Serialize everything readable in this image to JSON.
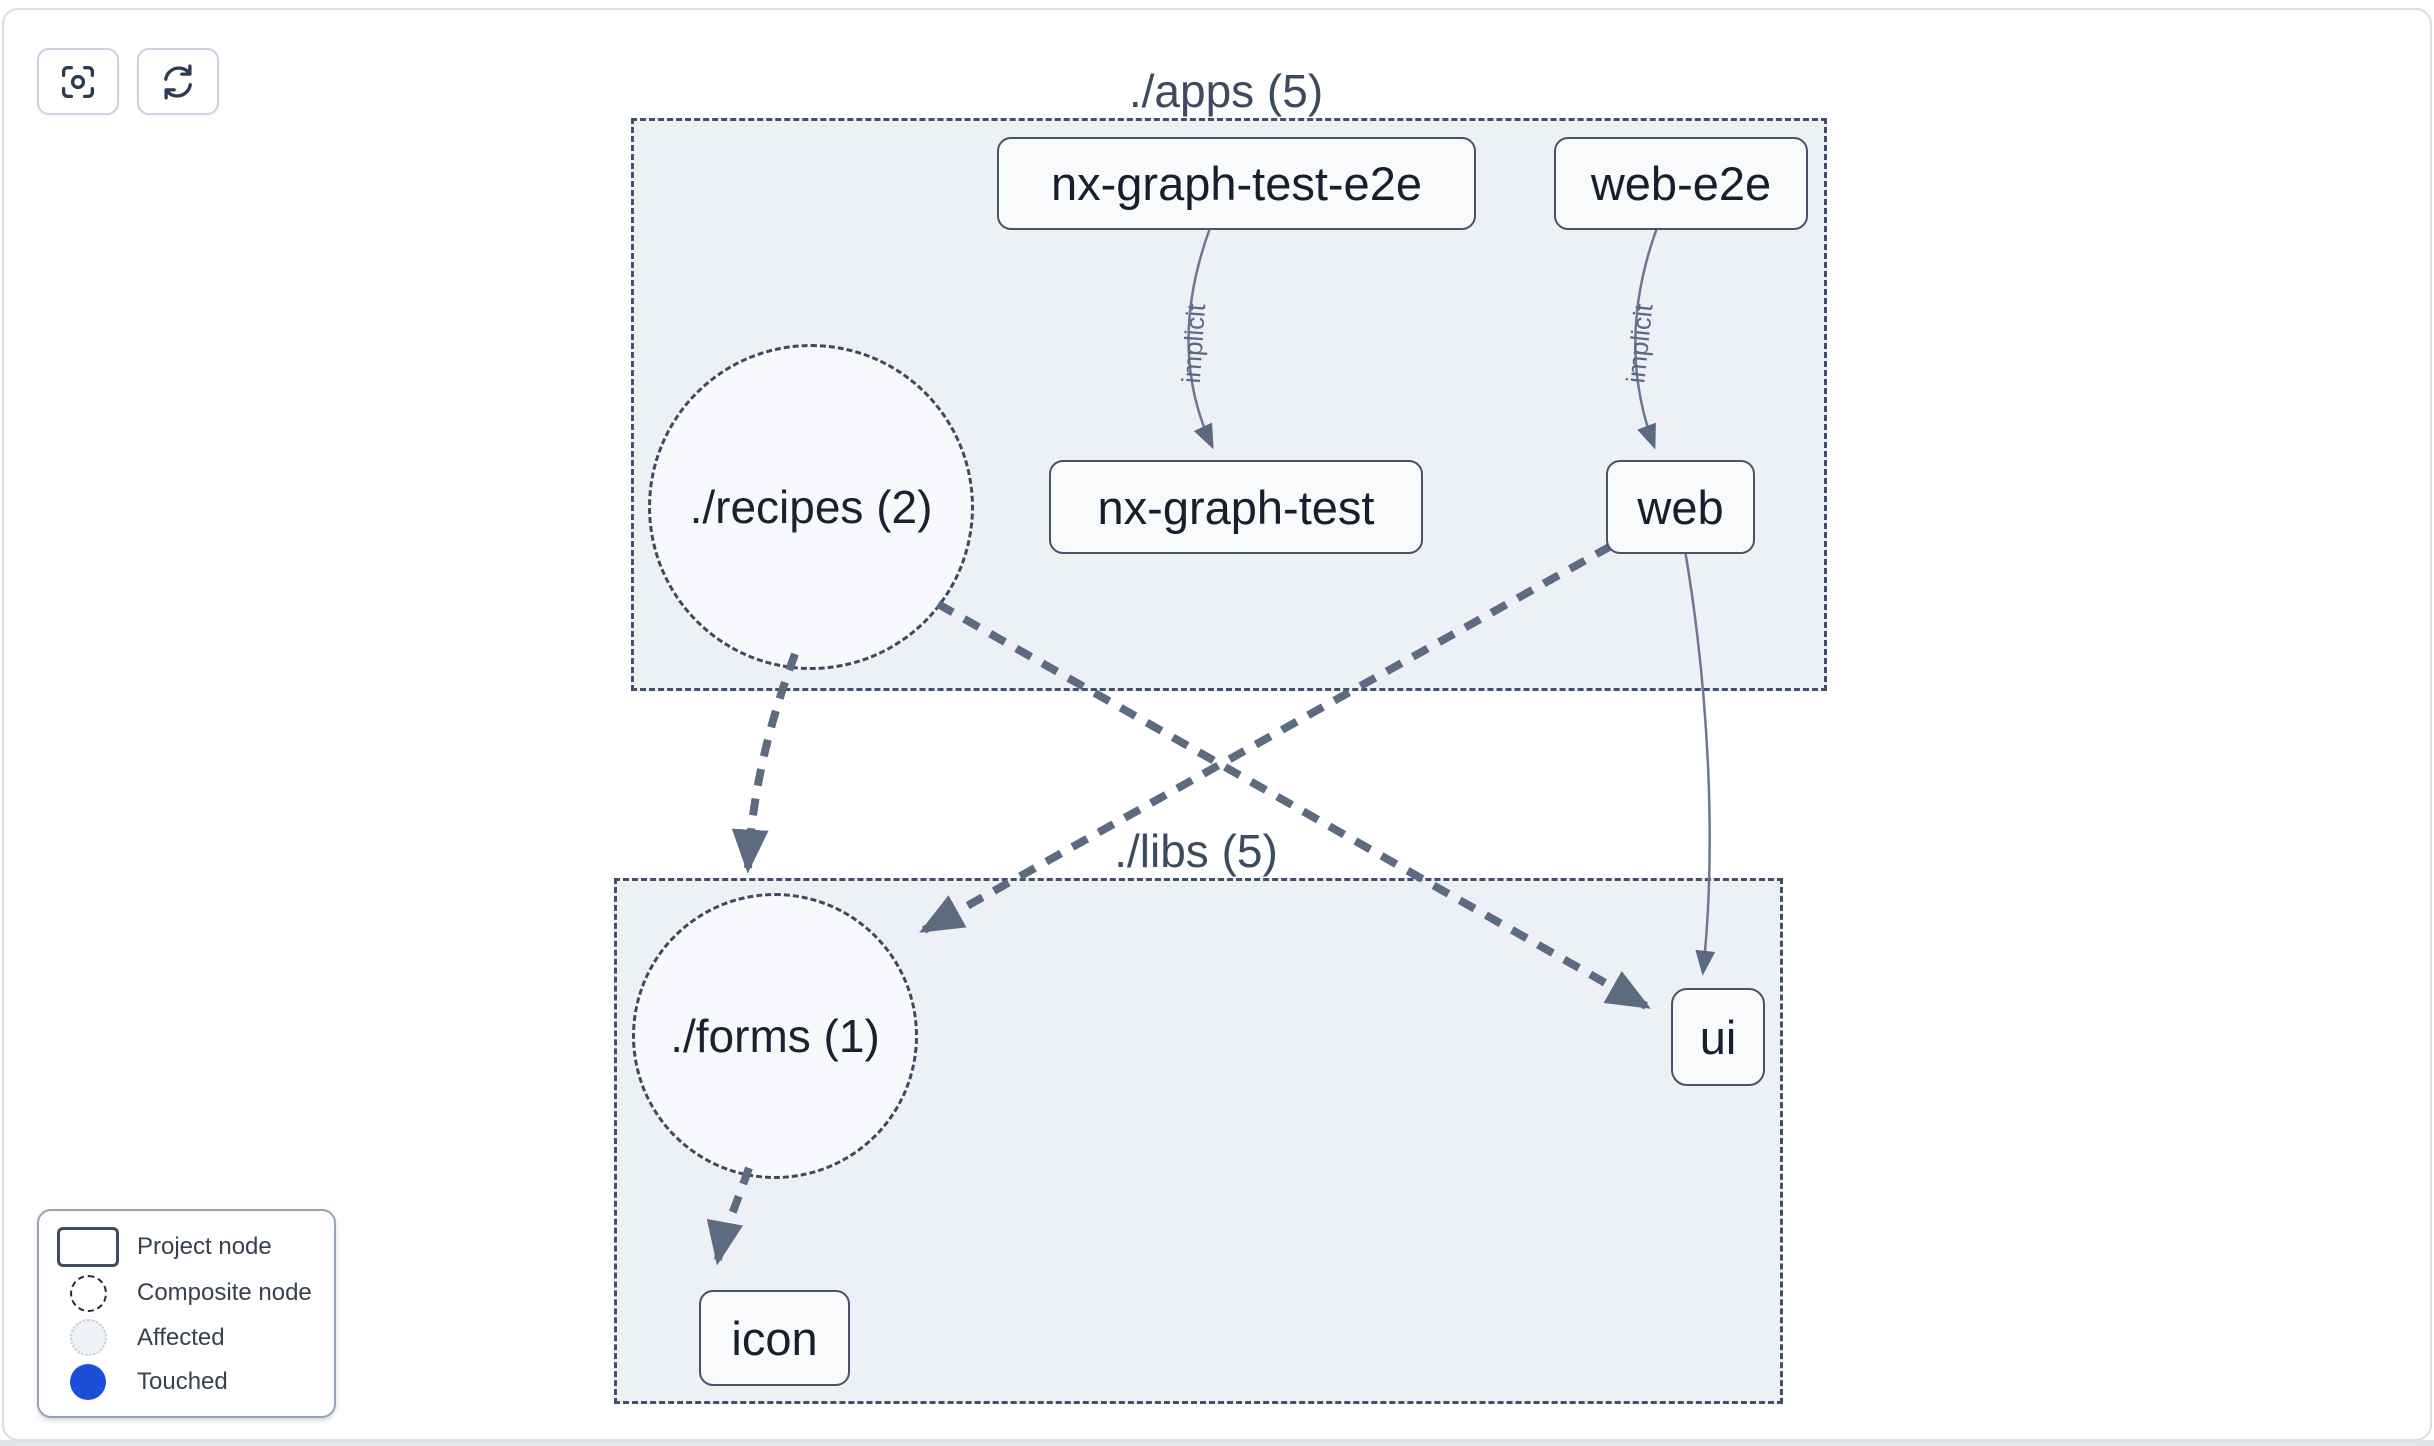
{
  "toolbar": {
    "buttons": [
      {
        "name": "focus",
        "icon": "focus-icon"
      },
      {
        "name": "refresh",
        "icon": "refresh-icon"
      }
    ]
  },
  "graph": {
    "groups": [
      {
        "title": "./apps (5)"
      },
      {
        "title": "./libs (5)"
      }
    ],
    "nodes": [
      {
        "label": "nx-graph-test-e2e"
      },
      {
        "label": "web-e2e"
      },
      {
        "label": "nx-graph-test"
      },
      {
        "label": "web"
      },
      {
        "label": "ui"
      },
      {
        "label": "icon"
      }
    ],
    "composites": [
      {
        "label": "./recipes (2)"
      },
      {
        "label": "./forms (1)"
      }
    ],
    "edge_labels": [
      {
        "label": "implicit"
      },
      {
        "label": "implicit"
      }
    ]
  },
  "legend": {
    "items": [
      {
        "label": "Project node",
        "marker": "project"
      },
      {
        "label": "Composite node",
        "marker": "composite"
      },
      {
        "label": "Affected",
        "marker": "affected"
      },
      {
        "label": "Touched",
        "marker": "touched"
      }
    ]
  },
  "colors": {
    "touched_blue": "#1d4ed8",
    "group_fill": "#edf1f6",
    "node_border": "#47536a",
    "edge": "#5d6b81"
  }
}
